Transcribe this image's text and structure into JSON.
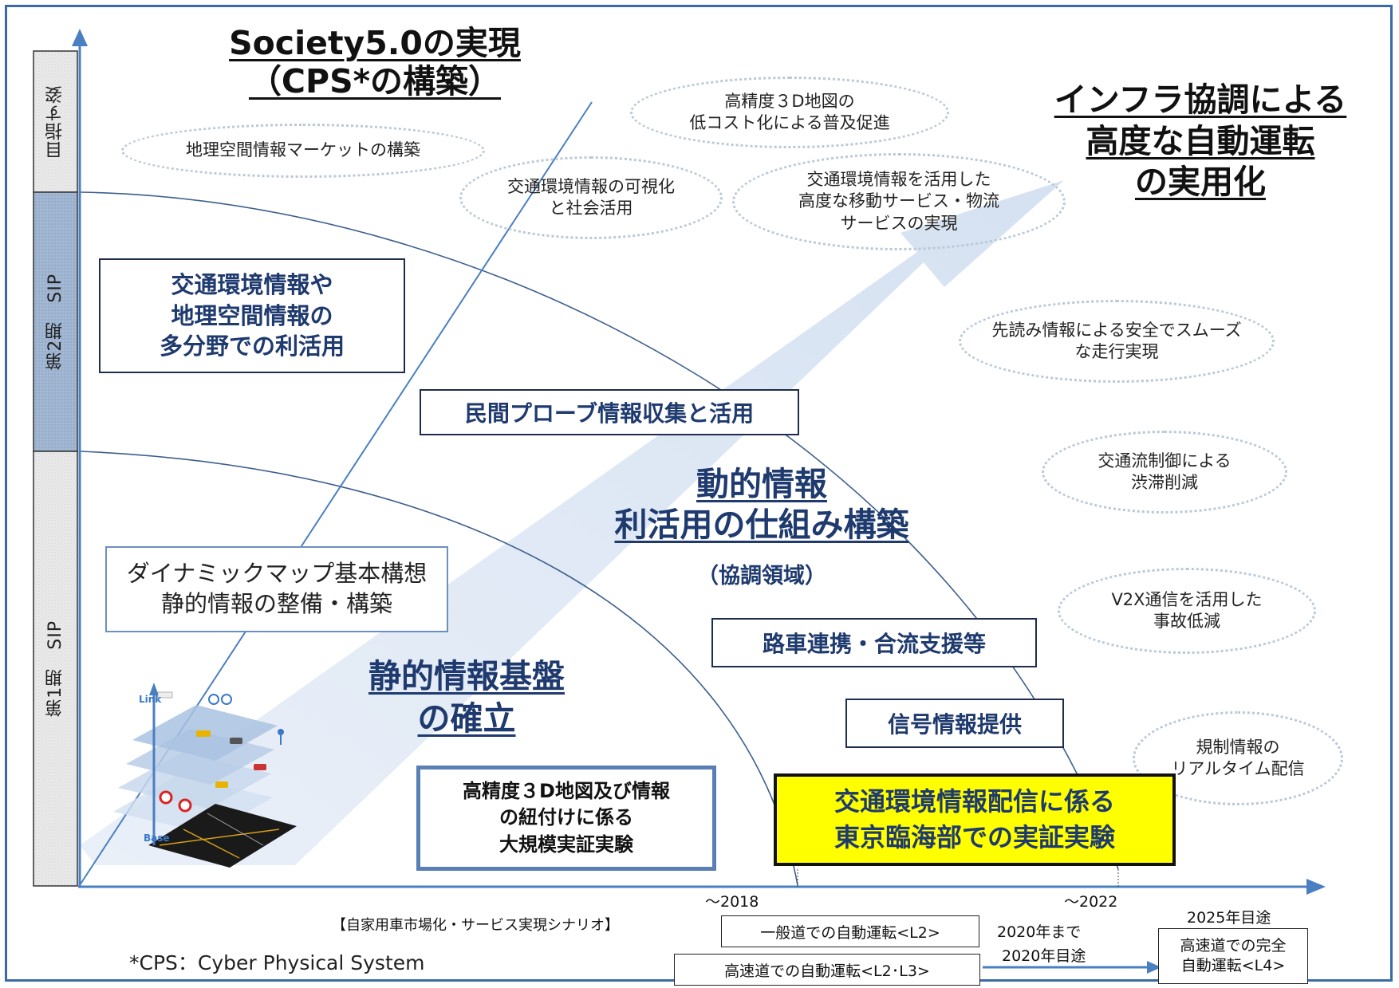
{
  "phases": {
    "goal": "目指す姿",
    "sip2": "第2期　SIP",
    "sip1": "第1期　SIP"
  },
  "titles": {
    "society_line1": "Society5.0の実現",
    "society_line2": "（CPS*の構築）",
    "infra_line1": "インフラ協調による",
    "infra_line2": "高度な自動運転",
    "infra_line3": "の実用化",
    "dynamic_line1": "動的情報",
    "dynamic_line2": "利活用の仕組み構築",
    "dynamic_sub": "（協調領域）",
    "static_line1": "静的情報基盤",
    "static_line2": "の確立"
  },
  "clouds": {
    "geo_market": "地理空間情報マーケットの構築",
    "hd_map_line1": "高精度３D地図の",
    "hd_map_line2": "低コスト化による普及促進",
    "visual_line1": "交通環境情報の可視化",
    "visual_line2": "と社会活用",
    "mobility_line1": "交通環境情報を活用した",
    "mobility_line2": "高度な移動サービス・物流",
    "mobility_line3": "サービスの実現",
    "preread_line1": "先読み情報による安全でスムーズ",
    "preread_line2": "な走行実現",
    "flow_line1": "交通流制御による",
    "flow_line2": "渋滞削減",
    "v2x_line1": "V2X通信を活用した",
    "v2x_line2": "事故低減",
    "regulation_line1": "規制情報の",
    "regulation_line2": "リアルタイム配信"
  },
  "boxes": {
    "multi_line1": "交通環境情報や",
    "multi_line2": "地理空間情報の",
    "multi_line3": "多分野での利活用",
    "probe": "民間プローブ情報収集と活用",
    "dynamic_map_line1": "ダイナミックマップ基本構想",
    "dynamic_map_line2": "静的情報の整備・構築",
    "road_vehicle": "路車連携・合流支援等",
    "signal": "信号情報提供",
    "hd3d_line1": "高精度３D地図及び情報",
    "hd3d_line2": "の紐付けに係る",
    "hd3d_line3": "大規模実証実験",
    "tokyo_line1": "交通環境情報配信に係る",
    "tokyo_line2": "東京臨海部での実証実験"
  },
  "map_illustration": {
    "link_label": "Link",
    "base_label": "Base"
  },
  "timeline": {
    "t2018": "～2018",
    "t2022": "～2022",
    "scenario": "【自家用車市場化・サービス実現シナリオ】",
    "general_road": "一般道での自動運転<L2>",
    "highway": "高速道での自動運転<L2･L3>",
    "by2020": "2020年まで",
    "target2020": "2020年目途",
    "target2025": "2025年目途",
    "full_auto_line1": "高速道での完全",
    "full_auto_line2": "自動運転<L4>"
  },
  "footnote": "*CPS：Cyber Physical System",
  "colors": {
    "frame": "#3b6aa8",
    "axis": "#4a7fc1",
    "navy_text": "#1e3a6e",
    "highlight": "#ffff00",
    "arrow_fill": "#dbe6f4"
  }
}
